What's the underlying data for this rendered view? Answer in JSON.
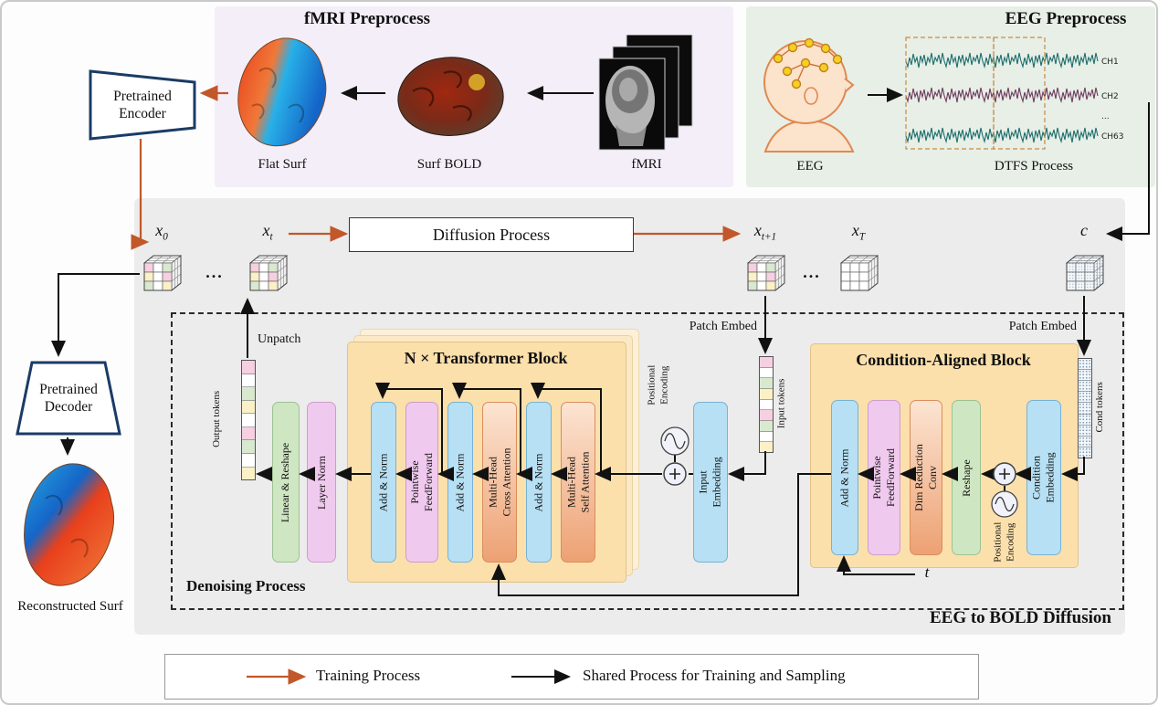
{
  "colors": {
    "training_arrow": "#c2572a",
    "shared_arrow": "#111111",
    "fmri_panel_bg": "#f4eef9",
    "eeg_panel_bg": "#e7efe6",
    "diffusion_panel_bg": "#ececec",
    "transformer_bg": "#fbe3b4"
  },
  "fmri_panel": {
    "title": "fMRI Preprocess",
    "flat_surf": "Flat Surf",
    "surf_bold": "Surf BOLD",
    "fmri": "fMRI"
  },
  "eeg_panel": {
    "title": "EEG Preprocess",
    "eeg": "EEG",
    "dtfs": "DTFS Process",
    "channels": {
      "ch1": "CH1",
      "ch2": "CH2",
      "dots": "...",
      "ch63": "CH63"
    }
  },
  "encoder": {
    "line1": "Pretrained",
    "line2": "Encoder"
  },
  "decoder": {
    "line1": "Pretrained",
    "line2": "Decoder"
  },
  "reconstructed": "Reconstructed Surf",
  "topflow": {
    "diffusion_process": "Diffusion Process",
    "x0_base": "x",
    "x0_sub": "0",
    "xt_base": "x",
    "xt_sub": "t",
    "xt1_base": "x",
    "xt1_sub": "t+1",
    "xT_base": "x",
    "xT_sub": "T",
    "c": "c",
    "dots": "..."
  },
  "denoise": {
    "panel_title": "EEG to BOLD Diffusion",
    "label": "Denoising Process",
    "unpatch": "Unpatch",
    "patch_embed": "Patch Embed",
    "output_tokens": "Output tokens",
    "input_tokens": "Input tokens",
    "cond_tokens": "Cond tokens",
    "t": "t"
  },
  "transformer": {
    "title": "N × Transformer Block"
  },
  "condition": {
    "title": "Condition-Aligned Block"
  },
  "blocks": {
    "add_norm": "Add & Norm",
    "pointwise_ff": "Pointwise\nFeedForward",
    "cross_attn": "Multi-Head\nCross Attention",
    "self_attn": "Multi-Head\nSelf Attention",
    "layer_norm": "Layer Norm",
    "linear_reshape": "Linear & Reshape",
    "input_embed": "Input\nEmbedding",
    "cond_embed": "Condition\nEmbedding",
    "dim_conv": "Dim Reduction\nConv",
    "reshape": "Reshape",
    "pos_enc": "Positional\nEncoding"
  },
  "legend": {
    "training": "Training Process",
    "shared": "Shared Process for Training and Sampling"
  }
}
